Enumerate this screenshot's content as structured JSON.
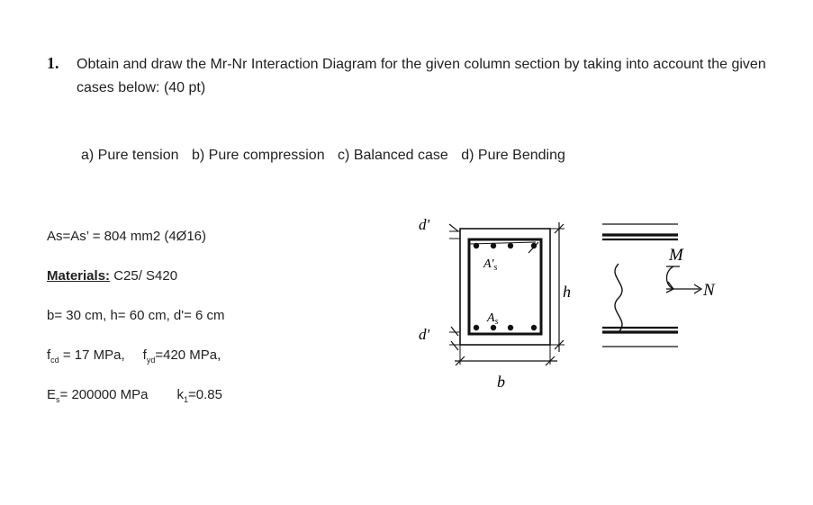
{
  "question": {
    "number": "1.",
    "text": "Obtain and draw the Mr-Nr Interaction Diagram for the given column section by taking into account the given cases below: (40 pt)"
  },
  "cases": [
    "a) Pure tension",
    "b) Pure compression",
    "c) Balanced case",
    "d) Pure Bending"
  ],
  "given": {
    "steel_area": "As=As’ = 804 mm2 (4Ø16)",
    "materials_label": "Materials:",
    "materials_value": " C25/ S420",
    "dims": "b= 30 cm,  h= 60 cm,  d'= 6 cm",
    "fcd": "f",
    "fcd_sub": "cd",
    "fcd_val": " = 17 MPa,",
    "fyd": "f",
    "fyd_sub": "yd",
    "fyd_val": "=420 MPa,",
    "es": "E",
    "es_sub": "s",
    "es_val": "= 200000 MPa",
    "k1": "k",
    "k1_sub": "1",
    "k1_val": "=0.85"
  },
  "figure": {
    "label_d_top": "d'",
    "label_d_bottom": "d'",
    "label_As_prime": "A'",
    "label_As_prime_sub": "s",
    "label_As": "A",
    "label_As_sub": "s",
    "label_h": "h",
    "label_b": "b",
    "label_M": "M",
    "label_N": "N"
  }
}
